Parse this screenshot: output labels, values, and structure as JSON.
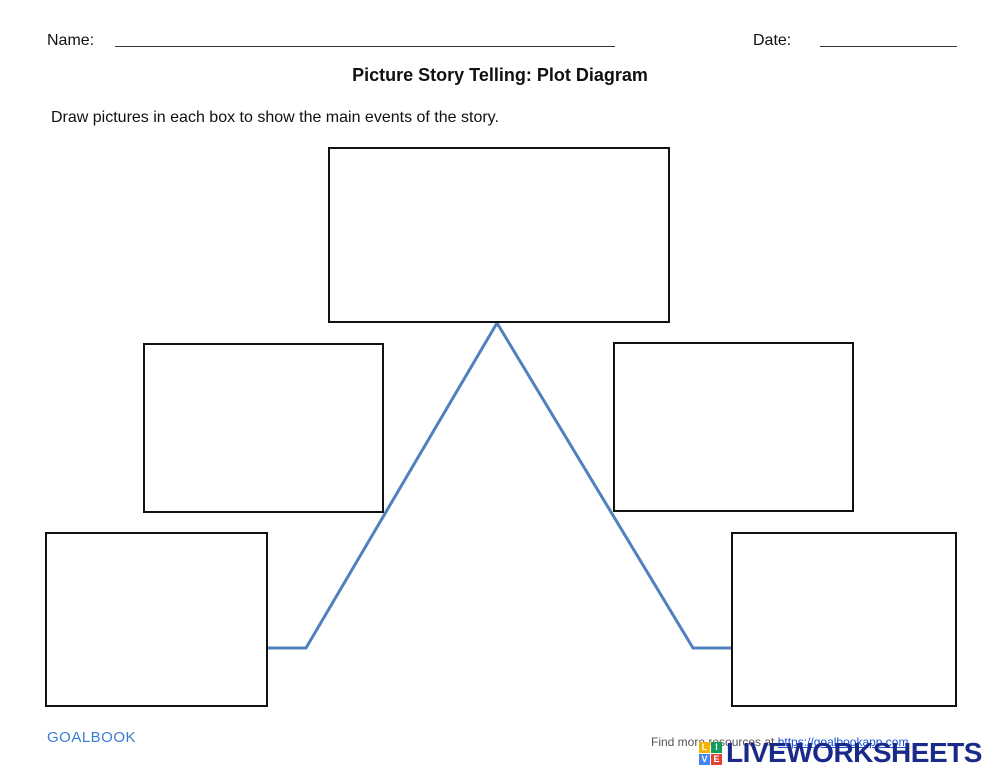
{
  "header": {
    "name_label": "Name:",
    "date_label": "Date:"
  },
  "worksheet": {
    "title": "Picture Story Telling: Plot Diagram",
    "instructions": "Draw pictures in each box to show the main events of the story."
  },
  "plot_line_color": "#4f81bd",
  "footer": {
    "brand": "GOALBOOK",
    "find_more_prefix": "Find more resources at ",
    "link_text": "https://goalbookapp.com"
  },
  "watermark": {
    "brand": "LIVEWORKSHEETS",
    "blocks": [
      "L",
      "I",
      "V",
      "E"
    ],
    "block_colors": [
      "#f4b400",
      "#0f9d58",
      "#4285f4",
      "#db4437"
    ]
  }
}
